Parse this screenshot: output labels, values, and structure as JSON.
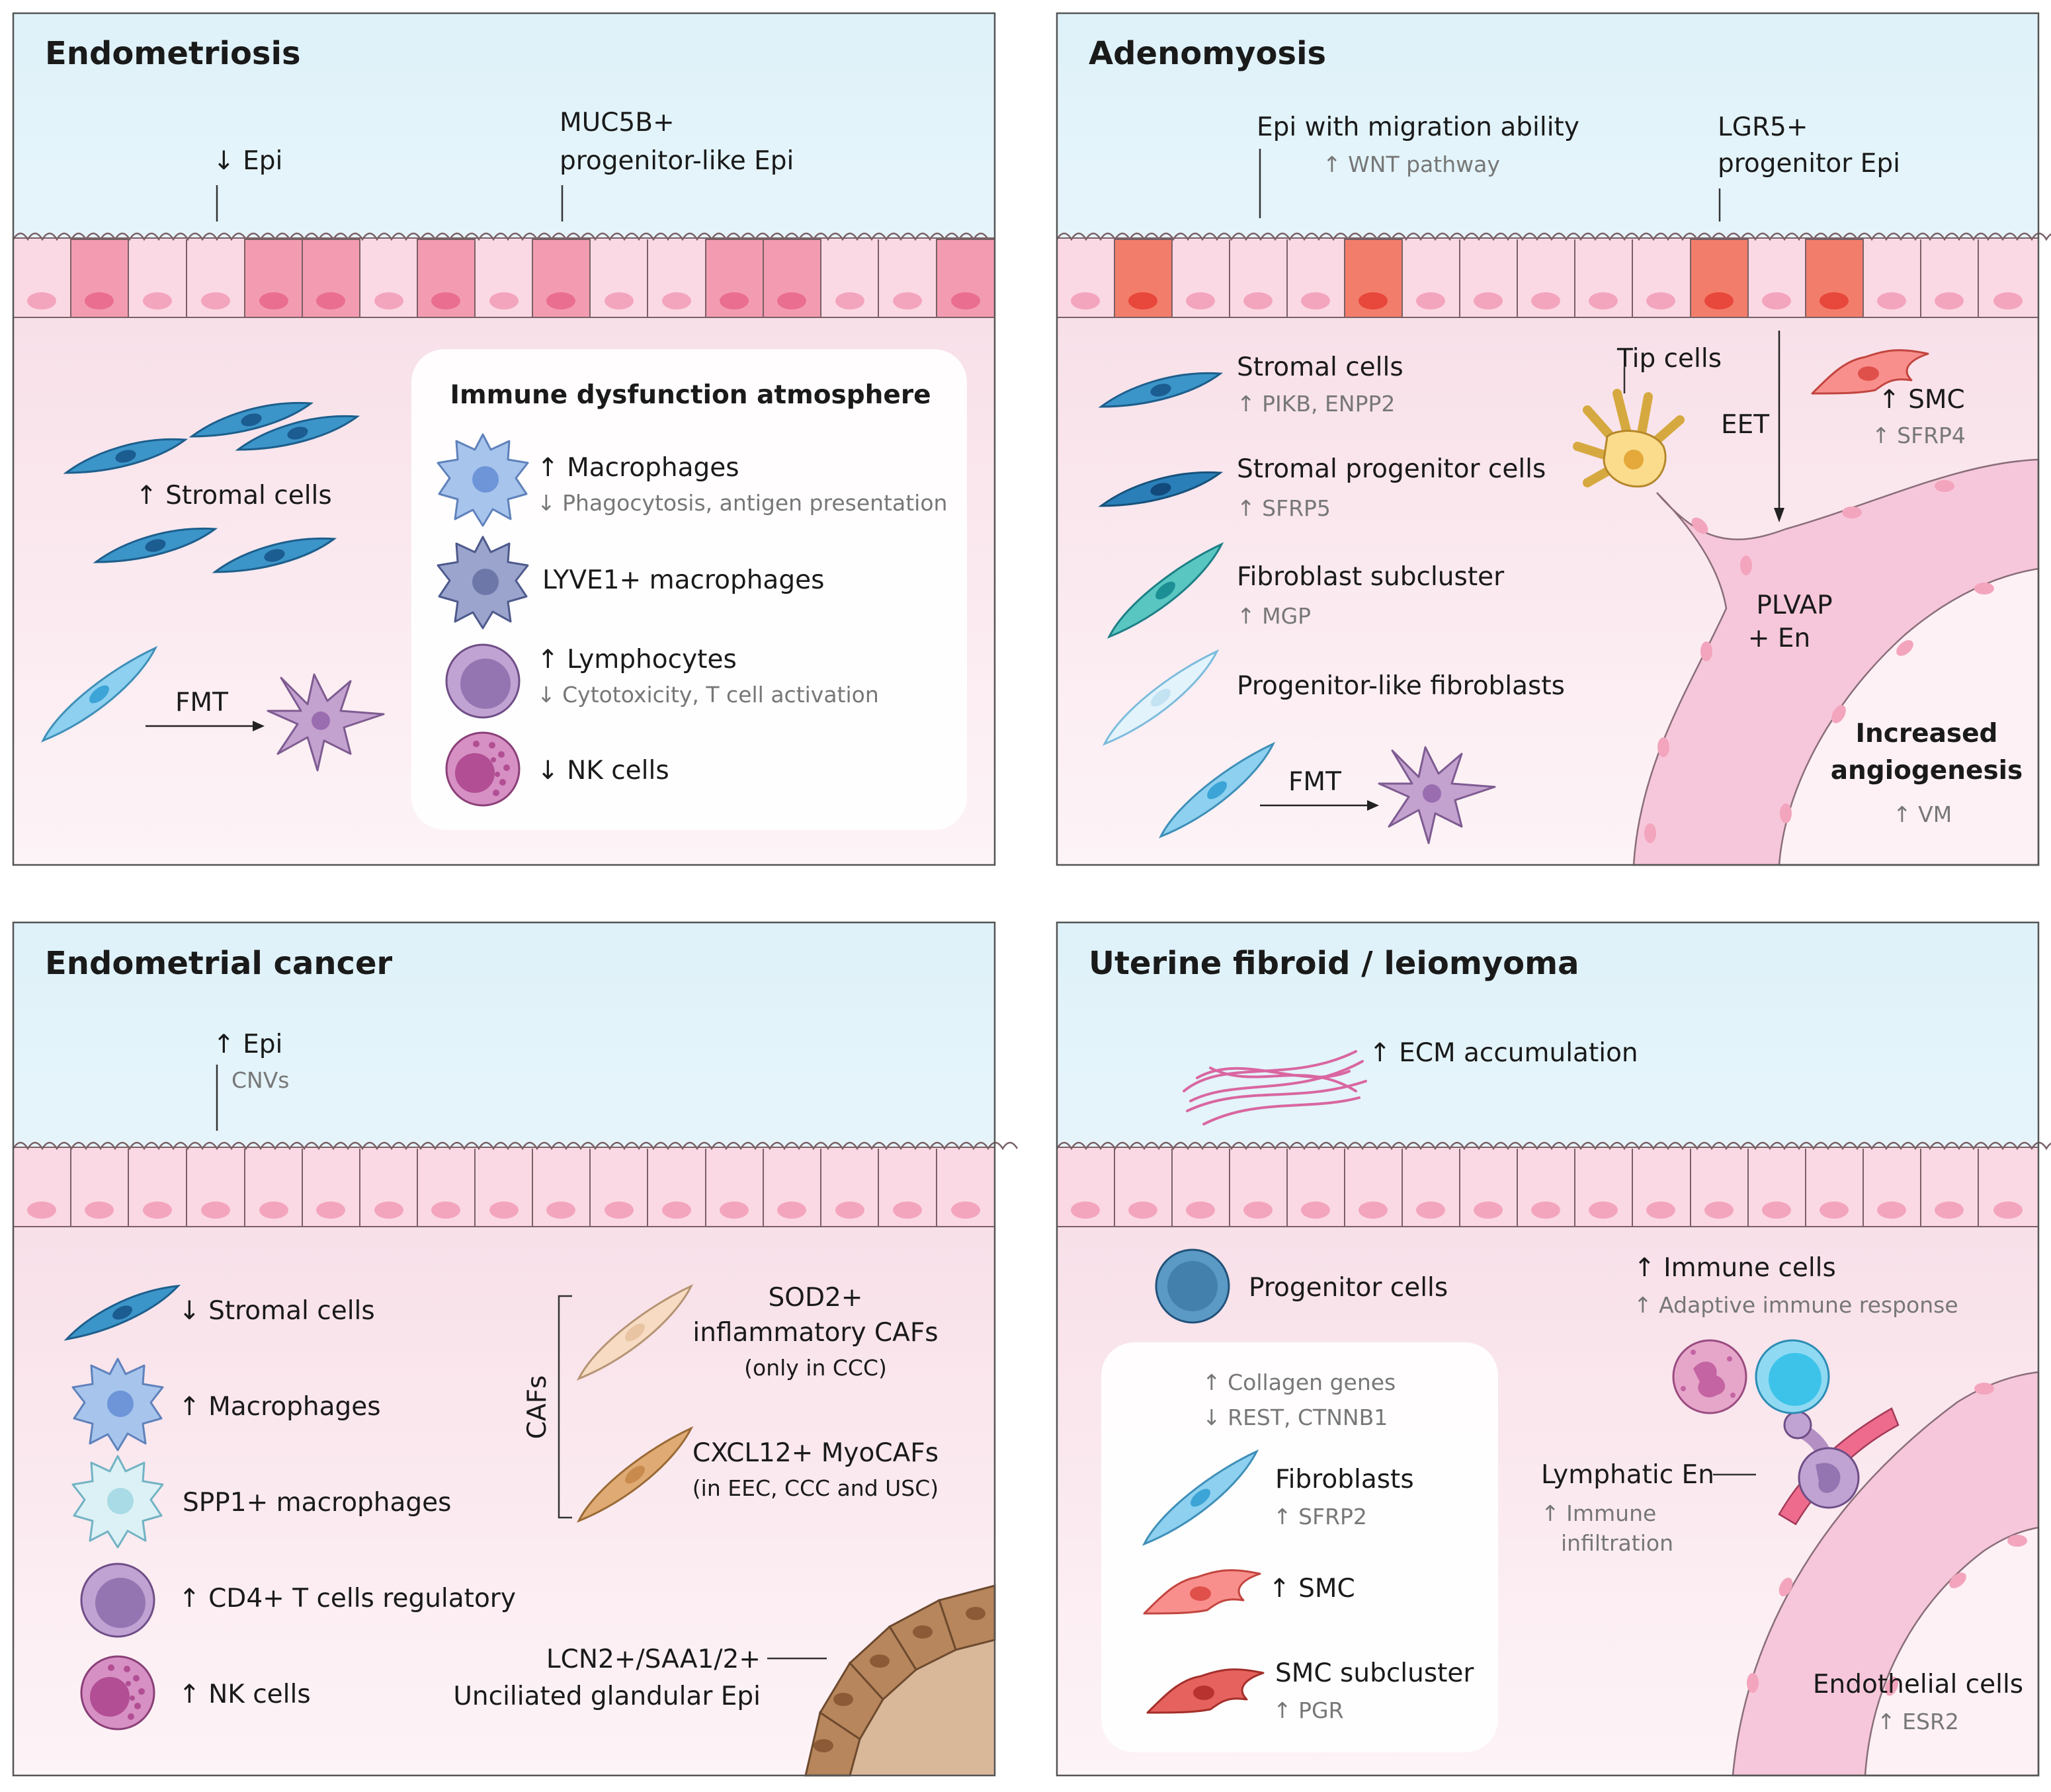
{
  "colors": {
    "sky": "#e3f3f9",
    "tissue": "#fdf1f5",
    "epi_fill": "#fbd9e4",
    "epi_dark": "#f39cb1",
    "epi_orange": "#f37d6b",
    "nucleus": "#f3a5bd",
    "stroma_blue": "#3c95c9",
    "macro_blue": "#a7c4ec",
    "purple": "#b38fc4",
    "nk_pink": "#c068a2",
    "vessel": "#f6c7da",
    "text_gray": "#777777"
  },
  "panels": [
    {
      "title": "Endometriosis",
      "epi_label": "Epi",
      "muc5b_label": [
        "MUC5B+",
        "progenitor-like Epi"
      ],
      "stromal": "Stromal cells",
      "fmt": "FMT",
      "immune_box": {
        "title": "Immune dysfunction atmosphere",
        "macrophages": "Macrophages",
        "macrophages_sub": "Phagocytosis, antigen presentation",
        "lyve1": "LYVE1+ macrophages",
        "lymphocytes": "Lymphocytes",
        "lymphocytes_sub": "Cytotoxicity, T cell activation",
        "nk": "NK cells"
      }
    },
    {
      "title": "Adenomyosis",
      "epi_migration": "Epi with migration ability",
      "wnt": "WNT pathway",
      "lgr5": [
        "LGR5+",
        "progenitor Epi"
      ],
      "stromal": "Stromal cells",
      "stromal_sub": "PIKB, ENPP2",
      "stromal_prog": "Stromal progenitor cells",
      "stromal_prog_sub": "SFRP5",
      "fibro_sub": "Fibroblast subcluster",
      "fibro_sub_marker": "MGP",
      "prog_fibro": "Progenitor-like fibroblasts",
      "fmt": "FMT",
      "tip": "Tip cells",
      "eet": "EET",
      "smc": "SMC",
      "smc_sub": "SFRP4",
      "plvap": [
        "PLVAP",
        "+ En"
      ],
      "angio": [
        "Increased",
        "angiogenesis"
      ],
      "vm": "VM"
    },
    {
      "title": "Endometrial cancer",
      "epi": "Epi",
      "cnvs": "CNVs",
      "stromal": "Stromal cells",
      "macrophages": "Macrophages",
      "spp1": "SPP1+ macrophages",
      "cd4": "CD4+ T cells regulatory",
      "nk": "NK cells",
      "cafs": "CAFs",
      "sod2": [
        "SOD2+",
        "inflammatory CAFs",
        "(only in CCC)"
      ],
      "cxcl12": [
        "CXCL12+ MyoCAFs",
        "(in EEC, CCC and USC)"
      ],
      "lcn2": [
        "LCN2+/SAA1/2+",
        "Unciliated glandular Epi"
      ]
    },
    {
      "title": "Uterine fibroid / leiomyoma",
      "ecm": "ECM accumulation",
      "progenitor": "Progenitor cells",
      "collagen": "Collagen genes",
      "rest": "REST, CTNNB1",
      "fibroblasts": "Fibroblasts",
      "fibroblasts_sub": "SFRP2",
      "smc": "SMC",
      "smc_subcluster": "SMC subcluster",
      "pgr": "PGR",
      "immune": "Immune cells",
      "immune_sub": "Adaptive immune response",
      "lymphatic": "Lymphatic En",
      "infiltration": [
        "Immune",
        "infiltration"
      ],
      "endothelial": "Endothelial cells",
      "esr2": "ESR2"
    }
  ]
}
